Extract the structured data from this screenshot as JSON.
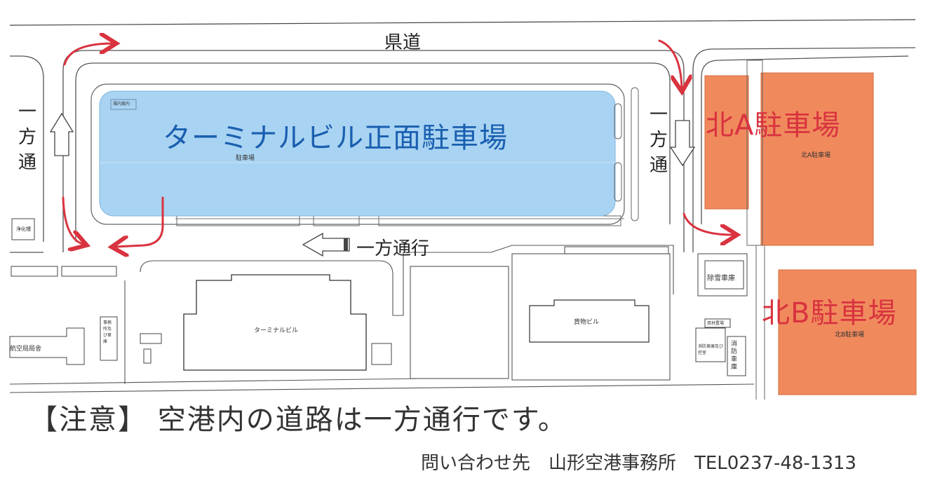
{
  "roads": {
    "prefectural_road": "県道",
    "one_way_vertical": "一方通",
    "one_way_horizontal": "一方通行"
  },
  "lots": {
    "terminal_front": {
      "title": "ターミナルビル正面駐車場",
      "small": "駐車場",
      "color": "#a9d3f2"
    },
    "north_a": {
      "title": "北A駐車場",
      "small": "北A駐車場",
      "color": "#f08a5d"
    },
    "north_b": {
      "title": "北B駐車場",
      "small": "北B駐車場",
      "color": "#f08a5d"
    }
  },
  "buildings": {
    "terminal": "ターミナルビル",
    "cargo": "貨物ビル",
    "snow_garage": "除雪車庫",
    "fire_garage": "消防車庫",
    "fire_office": "消防車庫及び控室",
    "storage": "資材置場",
    "bureau": "航空局局舎",
    "office": "事務所及び車庫",
    "purifier": "浄化槽",
    "guide": "場内案内"
  },
  "notice": "【注意】 空港内の道路は一方通行です。",
  "contact": "問い合わせ先　山形空港事務所　TEL0237-48-1313",
  "colors": {
    "arrow": "#d9333f",
    "lot_text_blue": "#1a5fb0",
    "lot_text_red": "#d9333f"
  }
}
